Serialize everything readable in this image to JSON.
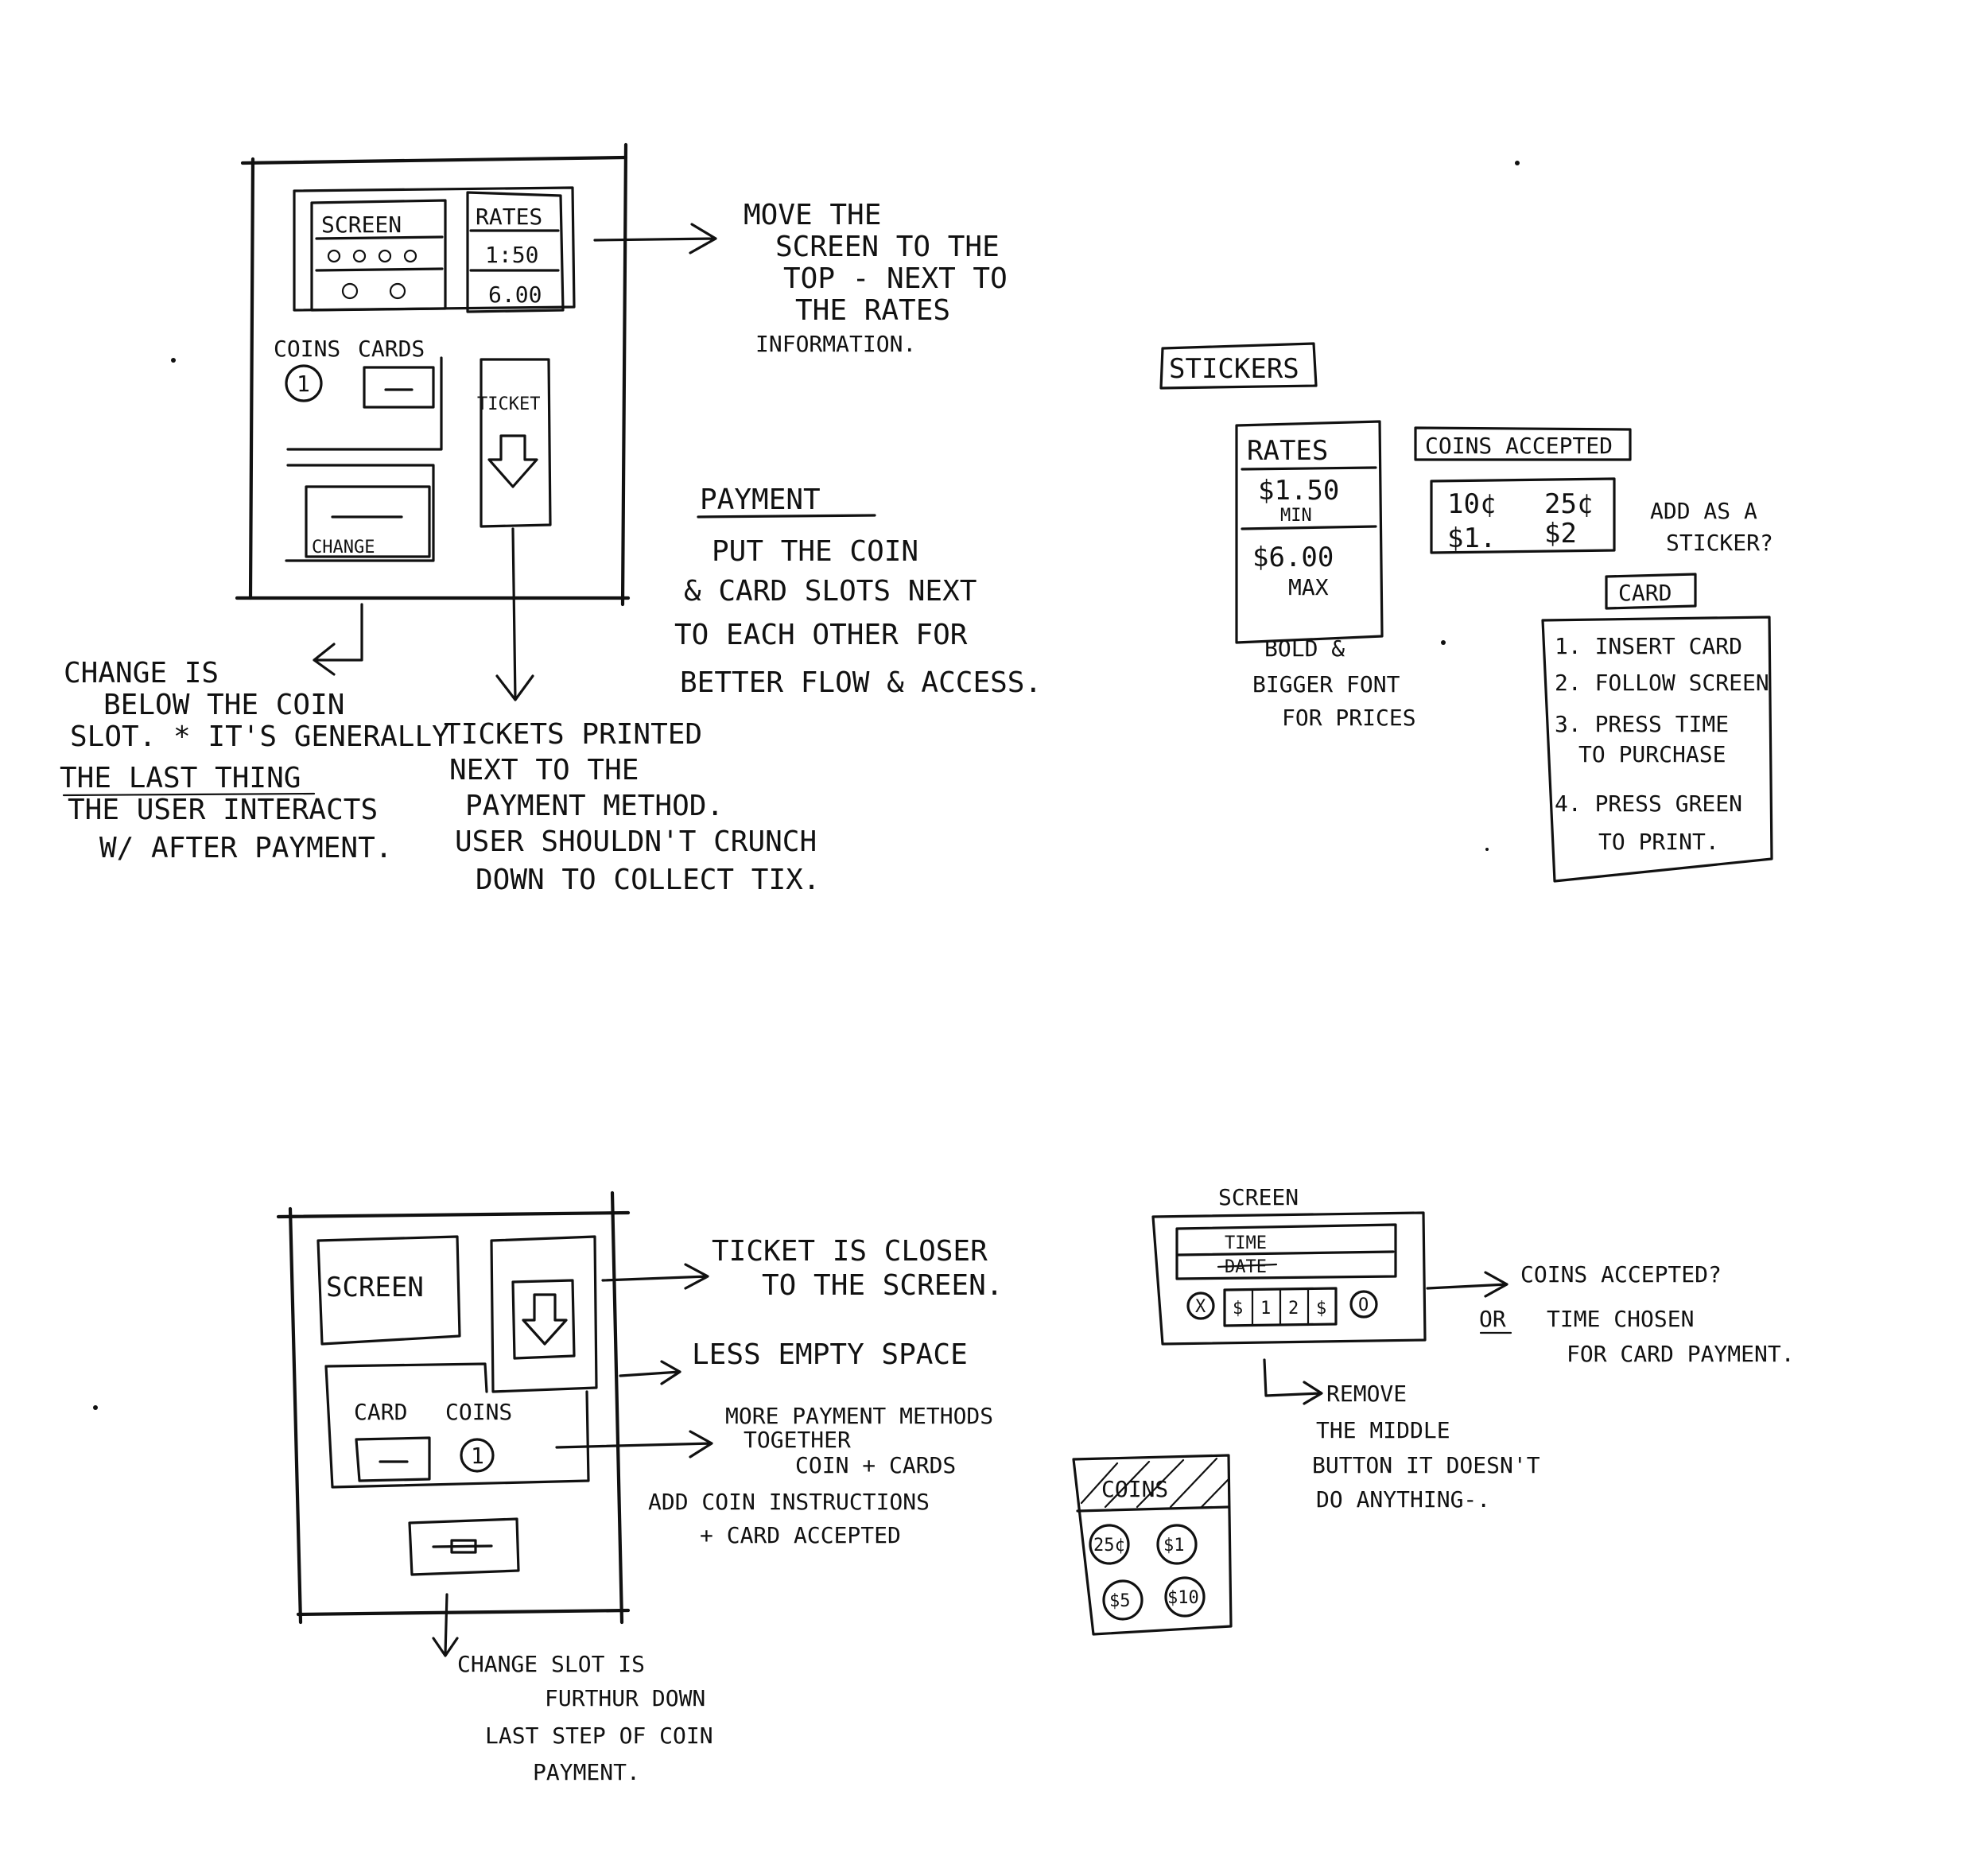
{
  "sketch1": {
    "screen_label": "SCREEN",
    "rates_label": "RATES",
    "rate_1": "1:50",
    "rate_2": "6.00",
    "coins_label": "COINS",
    "cards_label": "CARDS",
    "coin_glyph": "1",
    "ticket_label": "TICKET",
    "change_label": "CHANGE",
    "note_move_screen": [
      "MOVE THE",
      "SCREEN TO THE",
      "TOP - NEXT TO",
      "THE RATES",
      "INFORMATION."
    ],
    "payment_title": "PAYMENT",
    "payment_note": [
      "PUT THE COIN",
      "& CARD SLOTS NEXT",
      "TO EACH OTHER FOR",
      "BETTER FLOW & ACCESS."
    ],
    "change_note": [
      "CHANGE IS",
      "BELOW THE COIN",
      "SLOT. * IT'S GENERALLY",
      "THE LAST THING",
      "THE USER INTERACTS",
      "W/ AFTER PAYMENT."
    ],
    "ticket_note": [
      "TICKETS PRINTED",
      "NEXT TO THE",
      "PAYMENT METHOD.",
      "USER SHOULDN'T CRUNCH",
      "DOWN TO COLLECT TIX."
    ]
  },
  "stickers": {
    "title": "STICKERS",
    "rates_title": "RATES",
    "rate_min": "$1.50",
    "min_label": "MIN",
    "rate_max": "$6.00",
    "max_label": "MAX",
    "rates_note": [
      "BOLD &",
      "BIGGER FONT",
      "FOR PRICES"
    ],
    "coins_accepted_title": "COINS ACCEPTED",
    "coins": [
      "10¢",
      "25¢",
      "$1.",
      "$2"
    ],
    "add_sticker_note": [
      "ADD AS A",
      "STICKER?"
    ],
    "card_title": "CARD",
    "card_steps": [
      "1. INSERT CARD",
      "2. FOLLOW SCREEN",
      "3. PRESS TIME",
      "TO PURCHASE",
      "4. PRESS GREEN",
      "TO PRINT."
    ]
  },
  "sketch2": {
    "screen_label": "SCREEN",
    "card_label": "CARD",
    "coins_label": "COINS",
    "coin_glyph": "1",
    "note_ticket": [
      "TICKET IS CLOSER",
      "TO THE SCREEN."
    ],
    "note_space": "LESS EMPTY SPACE",
    "note_payment": [
      "MORE PAYMENT METHODS",
      "TOGETHER",
      "COIN + CARDS"
    ],
    "note_instructions": [
      "ADD COIN INSTRUCTIONS",
      "+ CARD ACCEPTED"
    ],
    "change_note": [
      "CHANGE SLOT IS",
      "FURTHUR DOWN",
      "LAST STEP OF COIN",
      "PAYMENT."
    ]
  },
  "screen_sketch": {
    "title": "SCREEN",
    "line_time": "TIME",
    "line_date": "DATE",
    "cancel_glyph": "X",
    "buttons": [
      "$",
      "1",
      "2",
      "$"
    ],
    "ok_glyph": "O",
    "note_coins": [
      "COINS ACCEPTED?",
      "OR",
      "TIME CHOSEN",
      "FOR CARD PAYMENT."
    ],
    "note_remove": [
      "REMOVE",
      "THE MIDDLE",
      "BUTTON IT DOESN'T",
      "DO ANYTHING-."
    ]
  },
  "coins_sticker": {
    "title": "COINS",
    "coins": [
      "25¢",
      "$1",
      "$5",
      "$10"
    ]
  }
}
